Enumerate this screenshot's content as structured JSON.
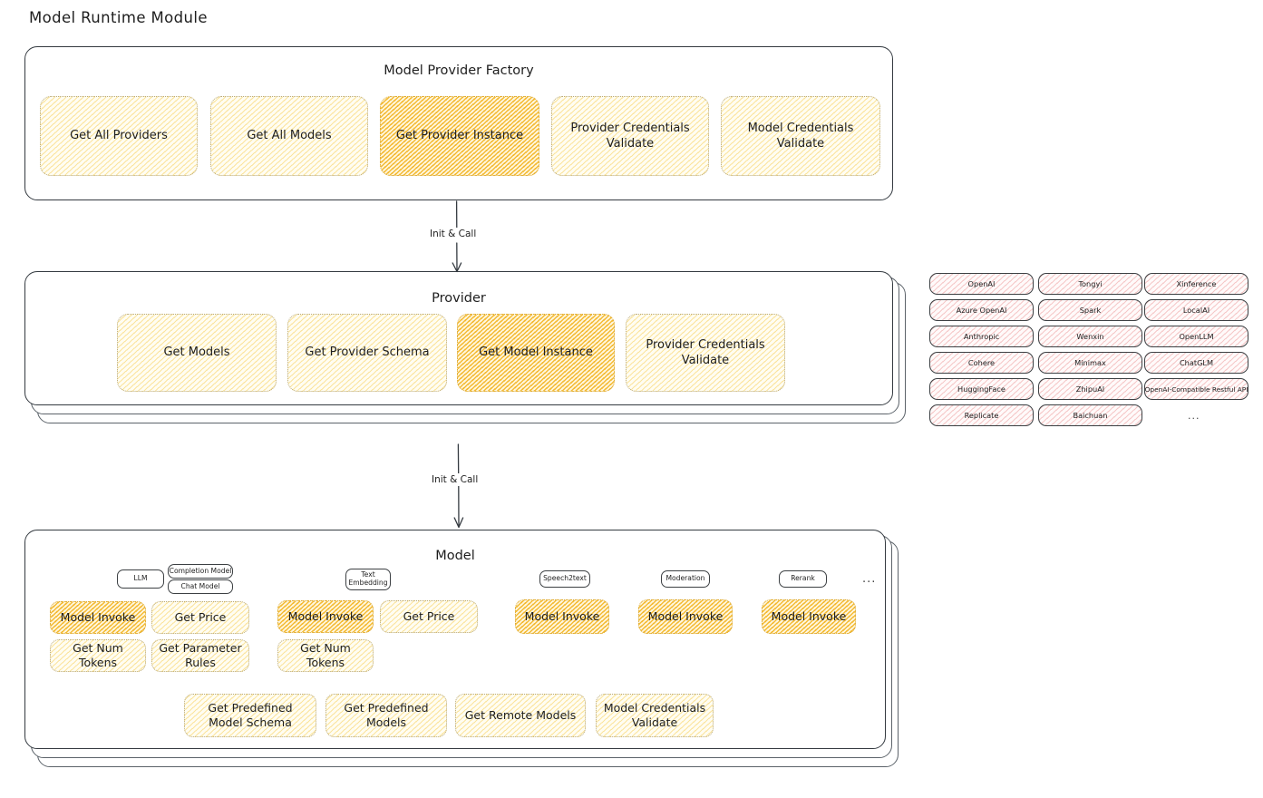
{
  "title": "Model Runtime Module",
  "sections": {
    "factory": {
      "title": "Model Provider Factory",
      "methods": [
        {
          "label": "Get All Providers",
          "highlight": false
        },
        {
          "label": "Get All Models",
          "highlight": false
        },
        {
          "label": "Get Provider Instance",
          "highlight": true
        },
        {
          "label": "Provider Credentials Validate",
          "highlight": false
        },
        {
          "label": "Model Credentials Validate",
          "highlight": false
        }
      ]
    },
    "provider": {
      "title": "Provider",
      "methods": [
        {
          "label": "Get Models",
          "highlight": false
        },
        {
          "label": "Get Provider Schema",
          "highlight": false
        },
        {
          "label": "Get Model Instance",
          "highlight": true
        },
        {
          "label": "Provider Credentials Validate",
          "highlight": false
        }
      ]
    },
    "model": {
      "title": "Model",
      "ellipsis": "...",
      "types": [
        {
          "badges": [
            {
              "label": "LLM",
              "filled": true
            },
            {
              "label": "Completion Model",
              "filled": false
            },
            {
              "label": "Chat Model",
              "filled": false
            }
          ],
          "methods": [
            {
              "label": "Model Invoke",
              "highlight": true
            },
            {
              "label": "Get Price",
              "highlight": false
            },
            {
              "label": "Get Num Tokens",
              "highlight": false
            },
            {
              "label": "Get Parameter Rules",
              "highlight": false
            }
          ]
        },
        {
          "badges": [
            {
              "label": "Text Embedding",
              "filled": true
            }
          ],
          "methods": [
            {
              "label": "Model Invoke",
              "highlight": true
            },
            {
              "label": "Get Price",
              "highlight": false
            },
            {
              "label": "Get Num Tokens",
              "highlight": false
            }
          ]
        },
        {
          "badges": [
            {
              "label": "Speech2text",
              "filled": false
            }
          ],
          "methods": [
            {
              "label": "Model Invoke",
              "highlight": true
            }
          ]
        },
        {
          "badges": [
            {
              "label": "Moderation",
              "filled": false
            }
          ],
          "methods": [
            {
              "label": "Model Invoke",
              "highlight": true
            }
          ]
        },
        {
          "badges": [
            {
              "label": "Rerank",
              "filled": true
            }
          ],
          "methods": [
            {
              "label": "Model Invoke",
              "highlight": true
            }
          ]
        }
      ],
      "shared_methods": [
        {
          "label": "Get Predefined Model Schema"
        },
        {
          "label": "Get Predefined Models"
        },
        {
          "label": "Get Remote Models"
        },
        {
          "label": "Model Credentials Validate"
        }
      ]
    }
  },
  "arrows": [
    {
      "label": "Init & Call"
    },
    {
      "label": "Init & Call"
    }
  ],
  "provider_list": {
    "ellipsis": "...",
    "columns": [
      [
        "OpenAI",
        "Azure OpenAI",
        "Anthropic",
        "Cohere",
        "HuggingFace",
        "Replicate"
      ],
      [
        "Tongyi",
        "Spark",
        "Wenxin",
        "Minimax",
        "ZhipuAI",
        "Baichuan"
      ],
      [
        "Xinference",
        "LocalAI",
        "OpenLLM",
        "ChatGLM",
        "OpenAI-Compatible Restful API"
      ]
    ]
  },
  "colors": {
    "stroke": "#343a40",
    "highlight_fill": "#f3b72c",
    "light_fill": "#f7d05a",
    "pink_fill": "#e67878",
    "blue_fill": "#64aae1"
  }
}
